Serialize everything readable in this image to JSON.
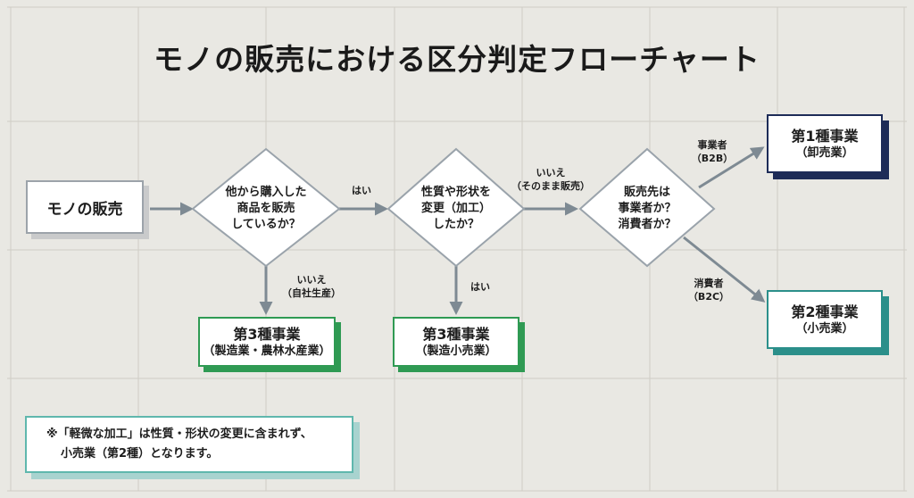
{
  "title": "モノの販売における区分判定フローチャート",
  "start": {
    "label": "モノの販売"
  },
  "decisions": {
    "d1": {
      "lines": [
        "他から購入した",
        "商品を販売",
        "しているか？"
      ]
    },
    "d2": {
      "lines": [
        "性質や形状を",
        "変更（加工）",
        "したか？"
      ]
    },
    "d3": {
      "lines": [
        "販売先は",
        "事業者か？",
        "消費者か？"
      ]
    }
  },
  "edge_labels": {
    "d1_yes": "はい",
    "d1_no": [
      "いいえ",
      "（自社生産）"
    ],
    "d2_yes": "はい",
    "d2_no": [
      "いいえ",
      "（そのまま販売）"
    ],
    "d3_business": [
      "事業者",
      "（B2B）"
    ],
    "d3_consumer": [
      "消費者",
      "（B2C）"
    ]
  },
  "results": {
    "manufacturing": {
      "title": "第3種事業",
      "sub": "（製造業・農林水産業）"
    },
    "processed_retail": {
      "title": "第3種事業",
      "sub": "（製造小売業）"
    },
    "wholesale": {
      "title": "第1種事業",
      "sub": "（卸売業）"
    },
    "retail": {
      "title": "第2種事業",
      "sub": "（小売業）"
    }
  },
  "note": {
    "line1": "※「軽微な加工」は性質・形状の変更に含まれず、",
    "line2": "小売業（第2種）となります。"
  },
  "colors": {
    "background": "#e9e8e3",
    "grid": "#cfcdc6",
    "arrow": "#7e8a93",
    "diamond_border": "#9aa3ab",
    "green": "#2f9a53",
    "navy": "#1d2b57",
    "teal": "#2b8f8a",
    "note_border": "#5fb7ad"
  }
}
